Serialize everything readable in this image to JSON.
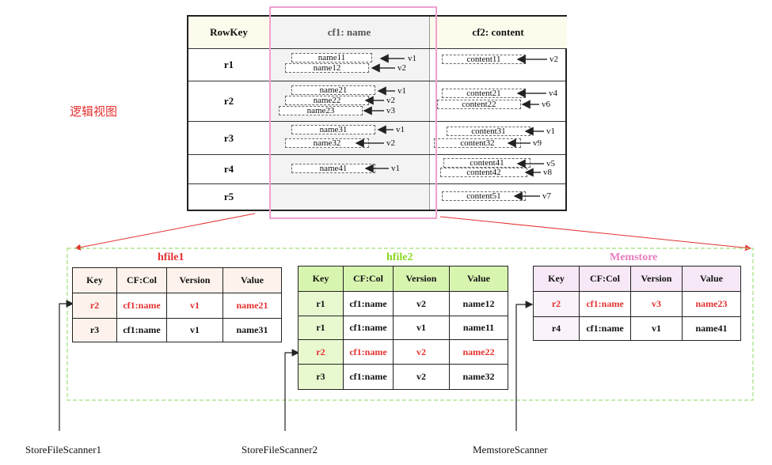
{
  "logical": {
    "label": "逻辑视图",
    "headers": [
      "RowKey",
      "cf1: name",
      "cf2: content"
    ],
    "rows": [
      {
        "key": "r1",
        "cf1": [
          {
            "v": "name11",
            "ver": "v1"
          },
          {
            "v": "name12",
            "ver": "v2"
          }
        ],
        "cf2": [
          {
            "v": "content11",
            "ver": "v2"
          }
        ]
      },
      {
        "key": "r2",
        "cf1": [
          {
            "v": "name21",
            "ver": "v1"
          },
          {
            "v": "name22",
            "ver": "v2"
          },
          {
            "v": "name23",
            "ver": "v3"
          }
        ],
        "cf2": [
          {
            "v": "content21",
            "ver": "v4"
          },
          {
            "v": "content22",
            "ver": "v6"
          }
        ]
      },
      {
        "key": "r3",
        "cf1": [
          {
            "v": "name31",
            "ver": "v1"
          },
          {
            "v": "name32",
            "ver": "v2"
          }
        ],
        "cf2": [
          {
            "v": "content31",
            "ver": "v1"
          },
          {
            "v": "content32",
            "ver": "v9"
          }
        ]
      },
      {
        "key": "r4",
        "cf1": [
          {
            "v": "name41",
            "ver": "v1"
          }
        ],
        "cf2": [
          {
            "v": "content41",
            "ver": "v5"
          },
          {
            "v": "content42",
            "ver": "v8"
          }
        ]
      },
      {
        "key": "r5",
        "cf1": [],
        "cf2": [
          {
            "v": "content51",
            "ver": "v7"
          }
        ]
      }
    ]
  },
  "hfile1": {
    "title": "hfile1",
    "title_color": "#e53030",
    "headers": [
      "Key",
      "CF:Col",
      "Version",
      "Value"
    ],
    "rows": [
      [
        "r2",
        "cf1:name",
        "v1",
        "name21"
      ],
      [
        "r3",
        "cf1:name",
        "v1",
        "name31"
      ]
    ]
  },
  "hfile2": {
    "title": "hfile2",
    "title_color": "#88d820",
    "headers": [
      "Key",
      "CF:Col",
      "Version",
      "Value"
    ],
    "rows": [
      [
        "r1",
        "cf1:name",
        "v2",
        "name12"
      ],
      [
        "r1",
        "cf1:name",
        "v1",
        "name11"
      ],
      [
        "r2",
        "cf1:name",
        "v2",
        "name22"
      ],
      [
        "r3",
        "cf1:name",
        "v2",
        "name32"
      ]
    ]
  },
  "memstore": {
    "title": "Memstore",
    "title_color": "#e87cc0",
    "headers": [
      "Key",
      "CF:Col",
      "Version",
      "Value"
    ],
    "rows": [
      [
        "r2",
        "cf1:name",
        "v3",
        "name23"
      ],
      [
        "r4",
        "cf1:name",
        "v1",
        "name41"
      ]
    ]
  },
  "scanners": [
    "StoreFileScanner1",
    "StoreFileScanner2",
    "MemstoreScanner"
  ],
  "colors": {
    "red": "#e53030",
    "green_dash": "#9ee07a",
    "pink": "#f0a0d0",
    "hfile2_header": "#d8f5b0",
    "memstore_header": "#f6e8f6",
    "hfile1_header": "#fdf3ec"
  }
}
